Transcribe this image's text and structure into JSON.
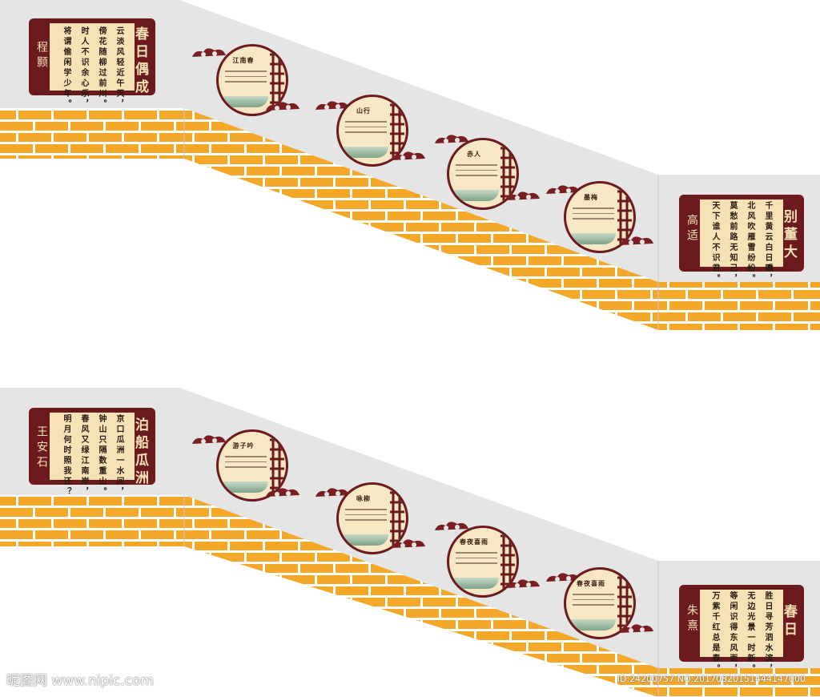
{
  "colors": {
    "frame": "#6b1b1e",
    "paper": "#f6e2b4",
    "wall": "#e5e5e5",
    "brick": "#f3a82a",
    "mortar": "#ffffff"
  },
  "top": {
    "left_panel": {
      "title": "春日偶成",
      "lines": [
        "云淡风轻近午天，",
        "傍花随柳过前川。",
        "时人不识余心乐，",
        "将谓偷闲学少年。"
      ],
      "author": "程颢"
    },
    "medallions": [
      {
        "title": "江南春"
      },
      {
        "title": "山行"
      },
      {
        "title": "赤人"
      },
      {
        "title": "墨梅"
      }
    ],
    "right_panel": {
      "title": "别董大",
      "lines": [
        "千里黄云白日曛，",
        "北风吹雁雪纷纷。",
        "莫愁前路无知己，",
        "天下谁人不识君。"
      ],
      "author": "高适"
    }
  },
  "bottom": {
    "left_panel": {
      "title": "泊船瓜洲",
      "lines": [
        "京口瓜洲一水间，",
        "钟山只隔数重山。",
        "春风又绿江南岸，",
        "明月何时照我还？"
      ],
      "author": "王安石"
    },
    "medallions": [
      {
        "title": "游子吟"
      },
      {
        "title": "咏柳"
      },
      {
        "title": "春夜喜雨"
      },
      {
        "title": "春夜喜雨"
      }
    ],
    "right_panel": {
      "title": "春日",
      "lines": [
        "胜日寻芳泗水滨，",
        "无边光景一时新。",
        "等闲识得东风面，",
        "万紫千红总是春。"
      ],
      "author": "朱熹"
    }
  },
  "watermark": {
    "left": "昵图网 www.nipic.com",
    "right": "ID:24200757 NO:20170820151444147000"
  }
}
